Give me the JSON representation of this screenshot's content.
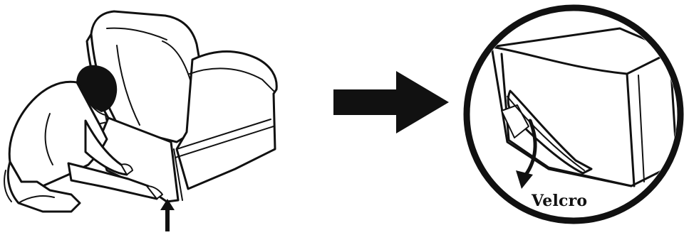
{
  "callout": {
    "label": "Velcro"
  },
  "icons": {
    "main_figure": "person-kneeling-at-recliner-illustration",
    "up_arrow": "up-arrow-icon",
    "direction_arrow": "right-arrow-icon",
    "zoom": "zoom-circle-callout",
    "flap_arrow": "curved-down-arrow-icon"
  },
  "colors": {
    "line": "#111111",
    "background": "#ffffff"
  }
}
